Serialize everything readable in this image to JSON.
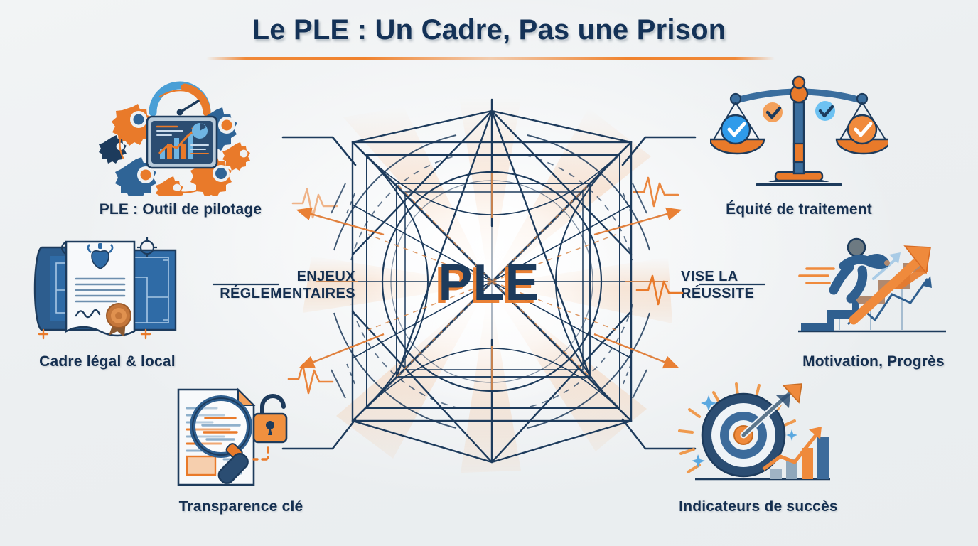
{
  "page": {
    "title": "Le PLE : Un Cadre, Pas une Prison",
    "background_color": "#eef1f3",
    "accent_navy": "#152f50",
    "accent_orange": "#e97a2a",
    "accent_blue": "#2f8fd8"
  },
  "center": {
    "acronym": "PLE",
    "diagram_name": "geometric-wireframe"
  },
  "inner_labels": [
    {
      "id": "enjeux",
      "line1": "ENJEUX",
      "line2": "RÉGLEMENTAIRES",
      "side": "left"
    },
    {
      "id": "vise",
      "line1": "VISE LA",
      "line2": "RÉUSSITE",
      "side": "right"
    }
  ],
  "nodes": [
    {
      "id": "outil-de-pilotage",
      "caption": "PLE : Outil de pilotage",
      "icon": "gears-dashboard-icon",
      "position": "top-left"
    },
    {
      "id": "equite-de-traitement",
      "caption": "Équité de traitement",
      "icon": "balance-scales-icon",
      "position": "top-right"
    },
    {
      "id": "cadre-legal-local",
      "caption": "Cadre légal & local",
      "icon": "legal-document-seal-icon",
      "position": "middle-left"
    },
    {
      "id": "motivation-progres",
      "caption": "Motivation, Progrès",
      "icon": "runner-stairs-arrow-icon",
      "position": "middle-right"
    },
    {
      "id": "transparence-cle",
      "caption": "Transparence clé",
      "icon": "magnifier-document-lock-icon",
      "position": "bottom-left"
    },
    {
      "id": "indicateurs-de-succes",
      "caption": "Indicateurs de succès",
      "icon": "target-arrow-chart-icon",
      "position": "bottom-right"
    }
  ]
}
